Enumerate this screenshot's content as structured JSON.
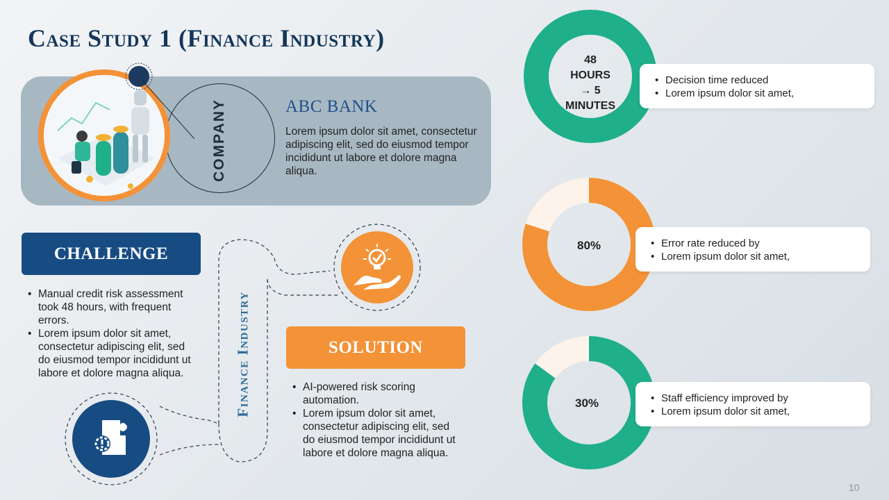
{
  "title": "Case Study 1 (Finance Industry)",
  "company": {
    "vertical_label": "COMPANY",
    "name": "ABC BANK",
    "description": "Lorem ipsum dolor sit amet, consectetur adipiscing elit, sed do eiusmod tempor incididunt ut labore et dolore magna aliqua."
  },
  "challenge": {
    "label": "CHALLENGE",
    "points": [
      "Manual credit risk assessment took 48 hours, with frequent errors.",
      "Lorem ipsum dolor sit amet, consectetur adipiscing elit, sed do eiusmod tempor incididunt ut labore et dolore magna aliqua."
    ]
  },
  "solution": {
    "label": "SOLUTION",
    "points": [
      "AI-powered risk scoring automation.",
      "Lorem ipsum dolor sit amet, consectetur adipiscing elit, sed do eiusmod tempor incididunt ut labore et dolore magna aliqua."
    ]
  },
  "center_label": "Finance Industry",
  "stats": [
    {
      "value_lines": [
        "48",
        "HOURS",
        "→ 5",
        "MINUTES"
      ],
      "fraction": 1.0,
      "color": "#1faf8a",
      "points": [
        "Decision time reduced",
        "Lorem ipsum dolor sit amet,"
      ]
    },
    {
      "value": "80%",
      "fraction": 0.8,
      "color": "#f39237",
      "points": [
        "Error rate reduced by",
        "Lorem ipsum dolor sit amet,"
      ]
    },
    {
      "value": "30%",
      "fraction": 0.85,
      "color": "#1faf8a",
      "points": [
        "Staff efficiency improved by",
        "Lorem ipsum dolor sit amet,"
      ]
    }
  ],
  "colors": {
    "navy": "#14365a",
    "blue": "#174c83",
    "orange": "#f39237",
    "teal": "#1faf8a",
    "track": "#fdf3ea"
  },
  "icons": {
    "challenge": "gear-alert-puzzle-icon",
    "solution": "hand-lightbulb-check-icon"
  },
  "page_number": "10"
}
